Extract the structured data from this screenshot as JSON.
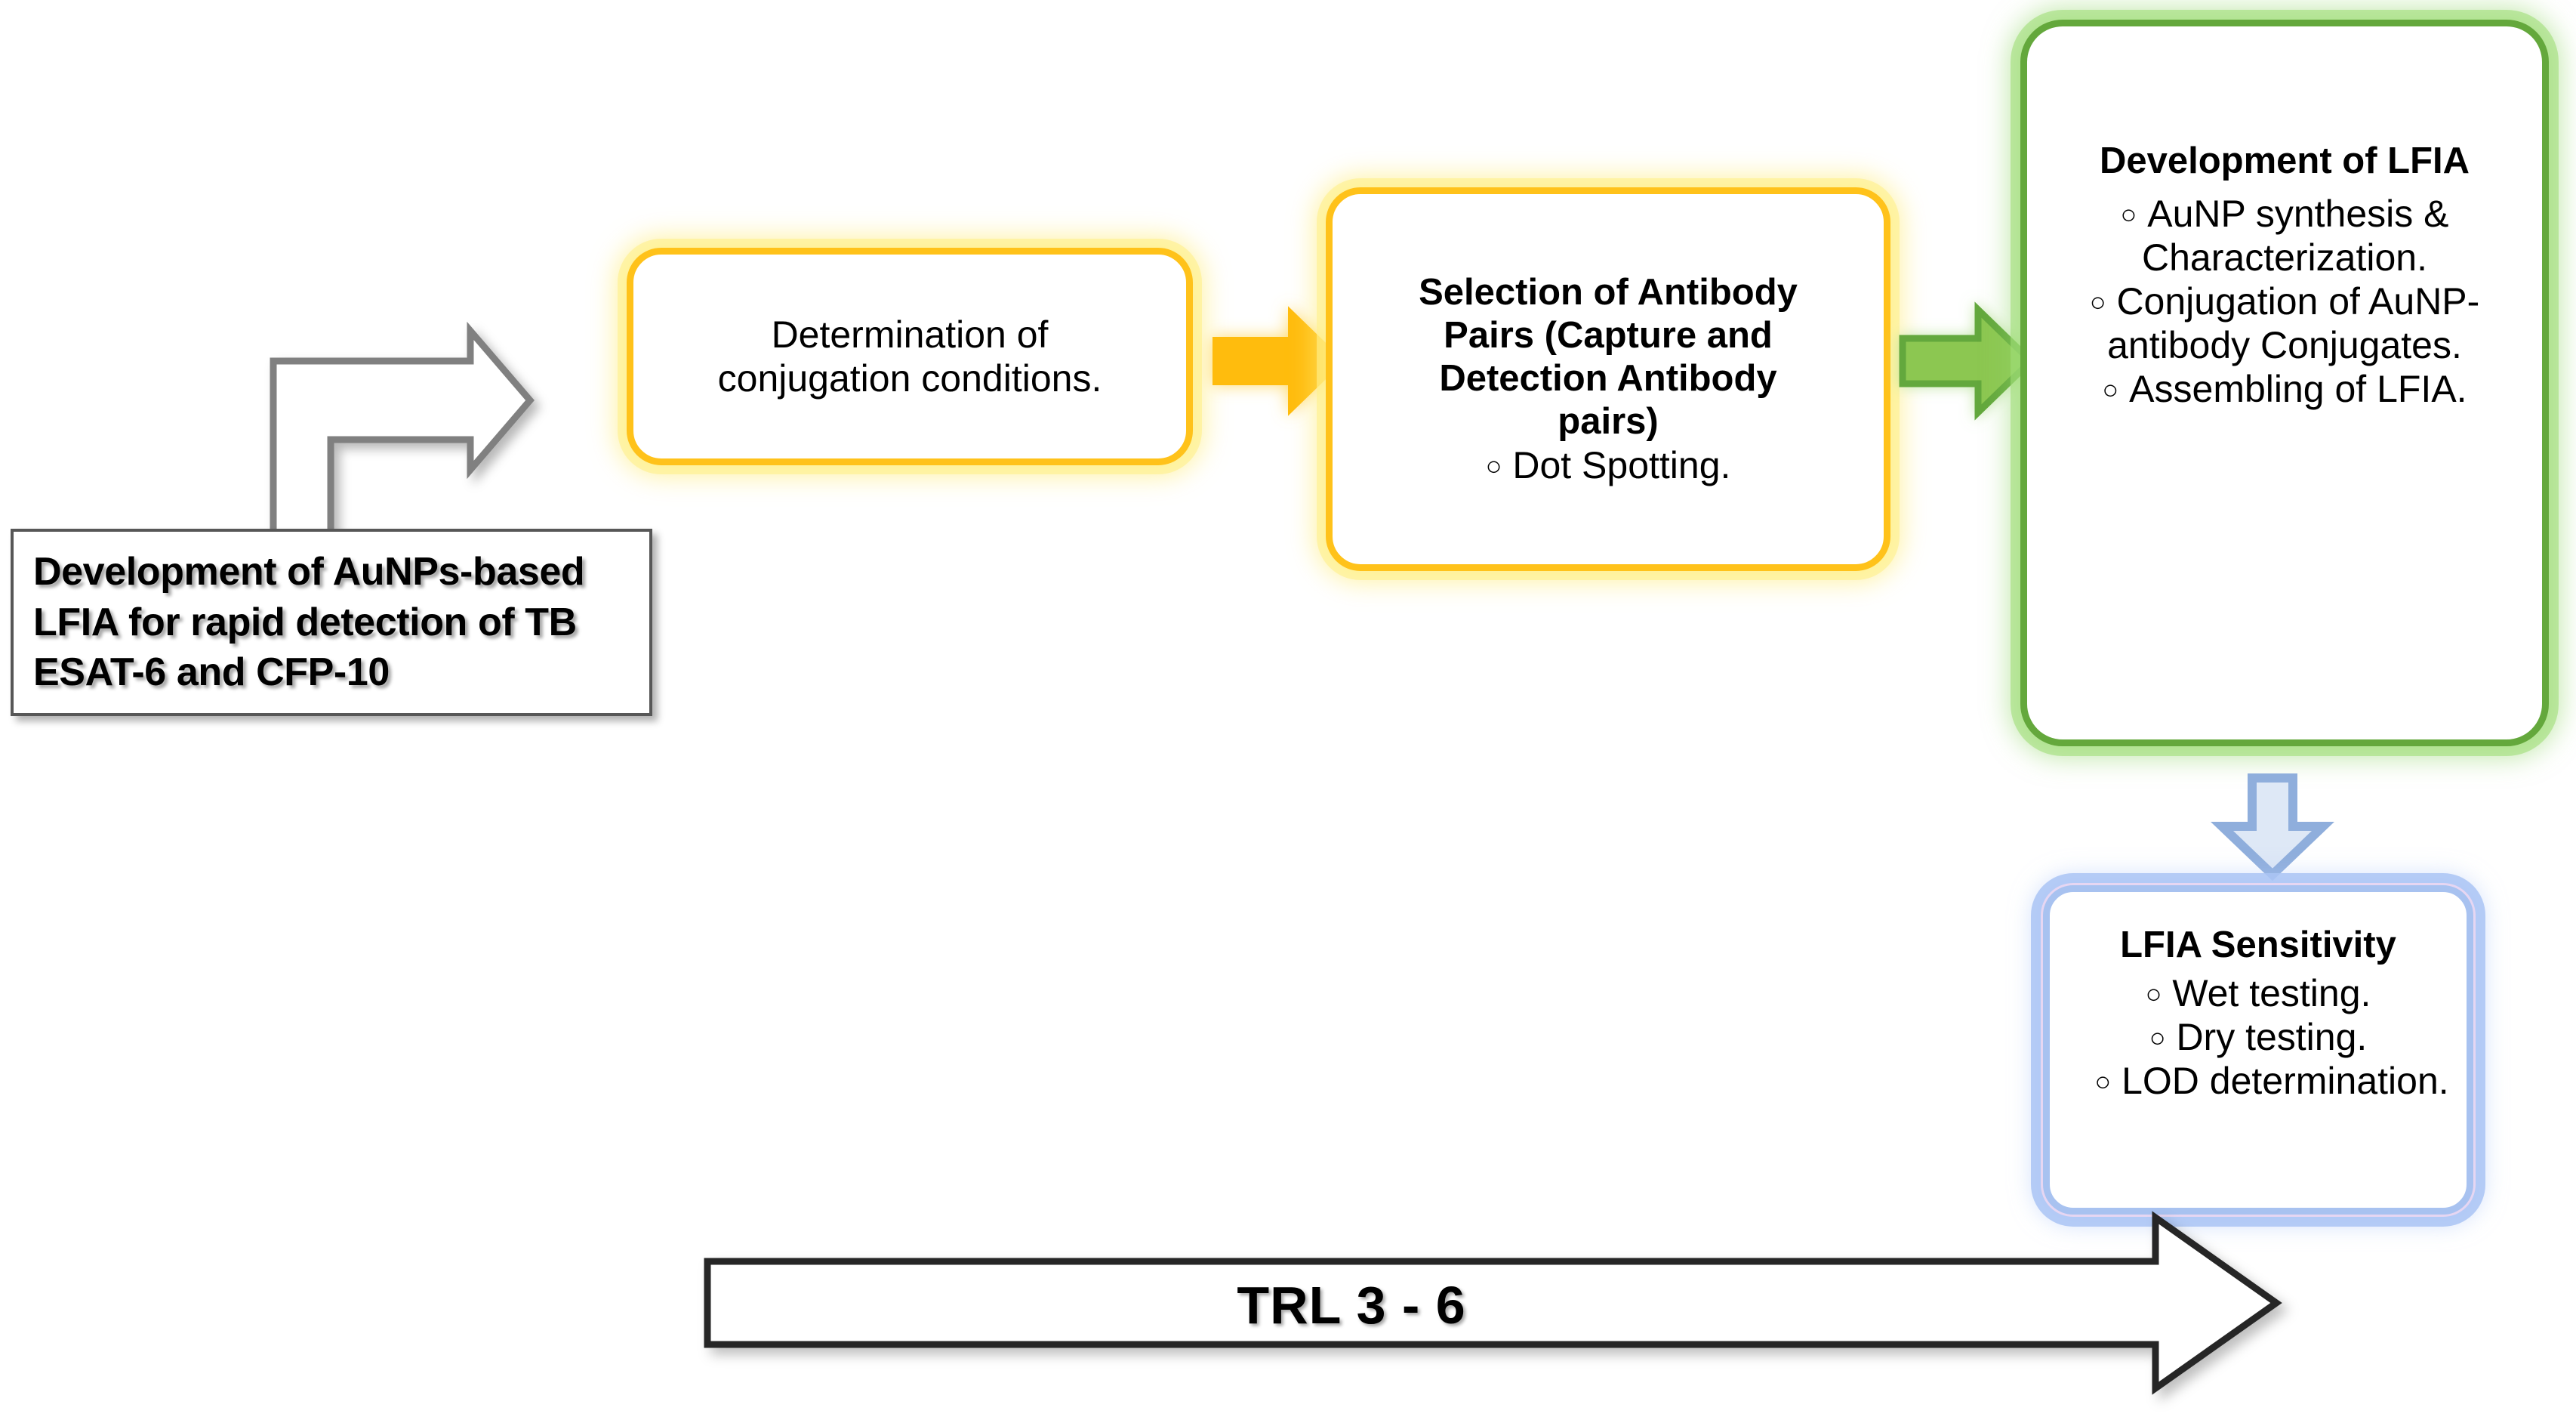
{
  "diagram": {
    "title_hidden": "",
    "colors": {
      "yellow_border": "#FFC21A",
      "yellow_glow": "#FFF08C",
      "green_border": "#64A83C",
      "green_fill": "#8CC751",
      "green_glow": "#A0DE78",
      "blue_border": "#A8C2F0",
      "blue_fill": "#DCE7F7",
      "grey_outline": "#808080",
      "black_outline": "#1A1A1A"
    }
  },
  "nodes": {
    "start": {
      "name": "Development of AuNPs-based LFIA for rapid detection of TB ESAT-6 and CFP-10",
      "lines": [
        "Development of AuNPs-based",
        "LFIA for rapid detection of TB",
        "ESAT-6 and CFP-10"
      ]
    },
    "conjugation": {
      "lines": [
        "Determination of",
        "conjugation conditions."
      ]
    },
    "antibody_pairs": {
      "title_lines": [
        "Selection of Antibody",
        "Pairs (Capture and",
        "Detection Antibody",
        "pairs)"
      ],
      "bullets": [
        "Dot Spotting."
      ]
    },
    "lfia_development": {
      "title": "Development of LFIA",
      "bullets": [
        "AuNP synthesis & Characterization.",
        "Conjugation of AuNP-antibody Conjugates.",
        "Assembling of LFIA."
      ]
    },
    "lfia_sensitivity": {
      "title": "LFIA Sensitivity",
      "bullets": [
        "Wet testing.",
        "Dry testing.",
        "LOD determination."
      ]
    }
  },
  "arrows": {
    "elbow": {
      "label": "",
      "style": "white-outline-elbow"
    },
    "orange": {
      "label": "",
      "style": "orange-right"
    },
    "green": {
      "label": "",
      "style": "green-right"
    },
    "down_blue": {
      "label": "",
      "style": "light-blue-down"
    },
    "trl": {
      "label": "TRL 3 - 6",
      "style": "white-outline-right"
    }
  },
  "bullet_glyph": "○"
}
